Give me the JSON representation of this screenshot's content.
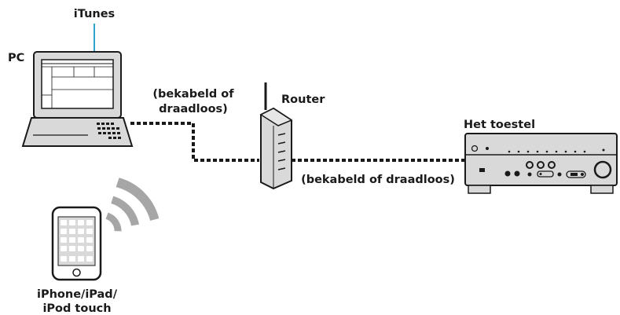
{
  "labels": {
    "itunes": "iTunes",
    "pc": "PC",
    "link_pc_line1": "(bekabeld of",
    "link_pc_line2": "draadloos)",
    "router": "Router",
    "device": "Het toestel",
    "link_device": "(bekabeld of draadloos)",
    "mobile_line1": "iPhone/iPad/",
    "mobile_line2": "iPod touch"
  },
  "colors": {
    "callout_line": "#2aa7c9",
    "outline": "#1a1a1a",
    "device_fill": "#d9d9d9",
    "wave_fill": "#a6a6a6",
    "screen_fill": "#ffffff"
  }
}
